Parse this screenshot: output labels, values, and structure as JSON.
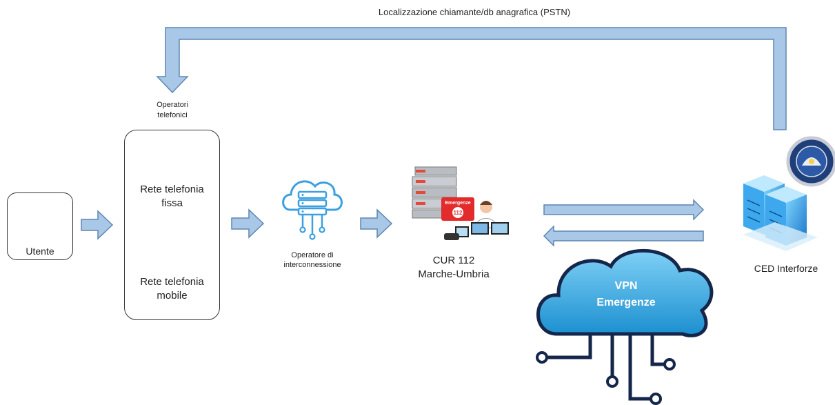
{
  "title": "Localizzazione chiamante/db anagrafica (PSTN)",
  "user": {
    "label": "Utente"
  },
  "operators": {
    "heading_line1": "Operatori",
    "heading_line2": "telefonici",
    "fixed_line1": "Rete telefonia",
    "fixed_line2": "fissa",
    "mobile_line1": "Rete telefonia",
    "mobile_line2": "mobile"
  },
  "interconnection": {
    "line1": "Operatore di",
    "line2": "interconnessione"
  },
  "cur": {
    "line1": "CUR 112",
    "line2": "Marche-Umbria",
    "sign_word": "Emergenze",
    "sign_number": "112"
  },
  "vpn": {
    "line1": "VPN",
    "line2": "Emergenze"
  },
  "ced": {
    "label": "CED Interforze"
  },
  "colors": {
    "arrow_fill": "#a9c8e8",
    "arrow_stroke": "#5d86b1",
    "cloud": "#2aa3df",
    "icon_blue": "#3aa0e0"
  }
}
